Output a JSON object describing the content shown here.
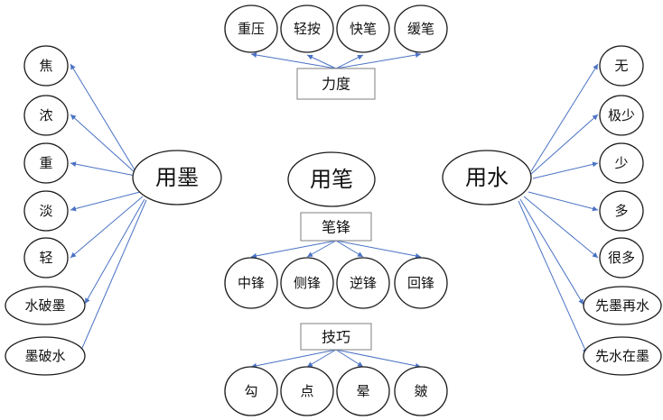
{
  "colors": {
    "connector": "#4a72c4",
    "node_stroke": "#1a1a1a",
    "box_stroke": "#8a8a8a"
  },
  "li_du": {
    "label": "力度",
    "children": [
      "重压",
      "轻按",
      "快笔",
      "缓笔"
    ]
  },
  "yong_mo": {
    "label": "用墨",
    "children": [
      "焦",
      "浓",
      "重",
      "淡",
      "轻",
      "水破墨",
      "墨破水"
    ]
  },
  "yong_bi": {
    "label": "用笔"
  },
  "yong_shui": {
    "label": "用水",
    "children": [
      "无",
      "极少",
      "少",
      "多",
      "很多",
      "先墨再水",
      "先水在墨"
    ]
  },
  "bi_feng": {
    "label": "笔锋",
    "children": [
      "中锋",
      "侧锋",
      "逆锋",
      "回锋"
    ]
  },
  "ji_qiao": {
    "label": "技巧",
    "children": [
      "勾",
      "点",
      "晕",
      "皴"
    ]
  }
}
